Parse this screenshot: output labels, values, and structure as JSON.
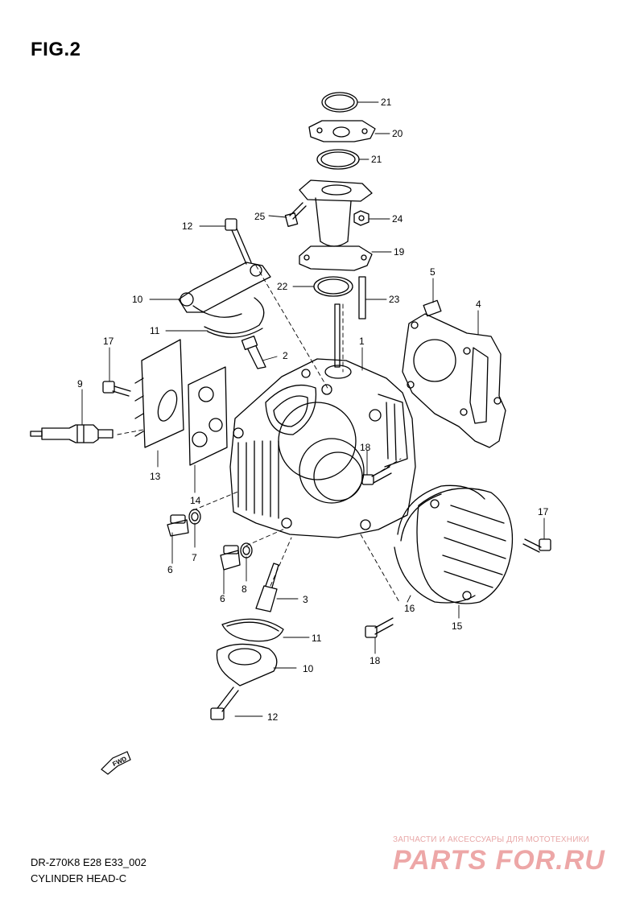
{
  "figure": {
    "title": "FIG.2"
  },
  "footer": {
    "model": "DR-Z70K8 E28 E33_002",
    "section": "CYLINDER HEAD-C"
  },
  "watermark": {
    "tagline": "ЗАПЧАСТИ И АКСЕССУАРЫ ДЛЯ МОТОТЕХНИКИ",
    "logo": "PARTS FOR.RU"
  },
  "fwd_label": "FWD",
  "callouts": {
    "c21a": "21",
    "c20": "20",
    "c21b": "21",
    "c25": "25",
    "c24": "24",
    "c19": "19",
    "c12a": "12",
    "c22": "22",
    "c23": "23",
    "c5": "5",
    "c4": "4",
    "c10a": "10",
    "c11a": "11",
    "c2": "2",
    "c1": "1",
    "c17a": "17",
    "c9": "9",
    "c13": "13",
    "c14": "14",
    "c18a": "18",
    "c17b": "17",
    "c6a": "6",
    "c7": "7",
    "c6b": "6",
    "c8": "8",
    "c3": "3",
    "c16": "16",
    "c15": "15",
    "c11b": "11",
    "c10b": "10",
    "c18b": "18",
    "c12b": "12"
  }
}
